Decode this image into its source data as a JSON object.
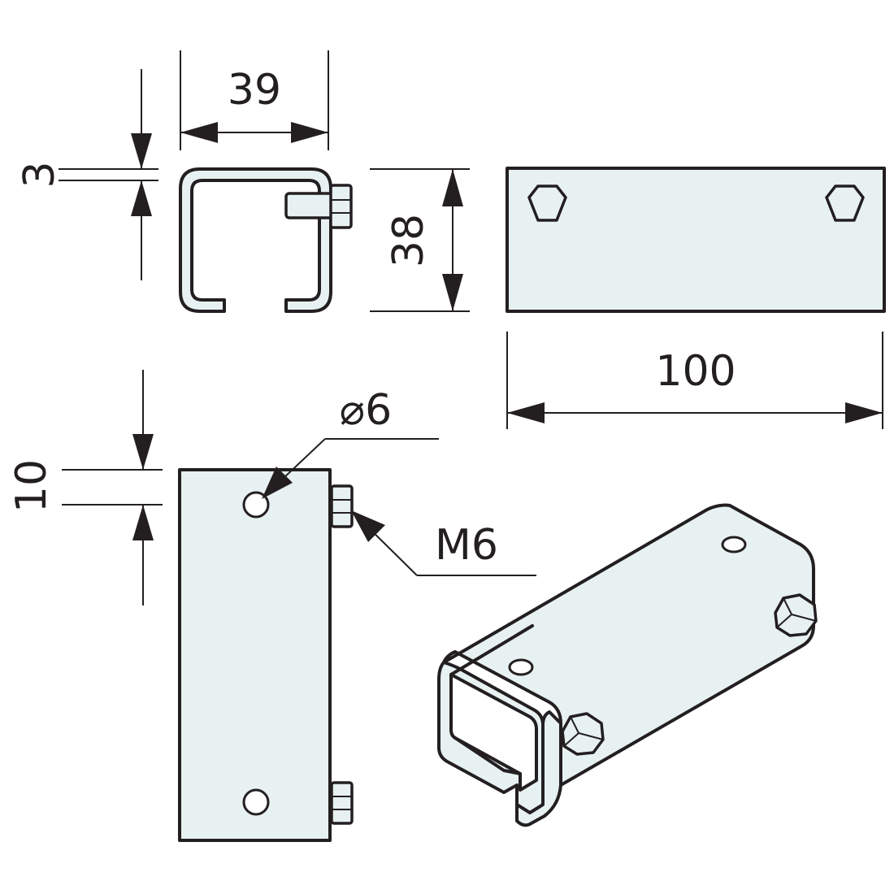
{
  "dimensions": {
    "width": "39",
    "thickness": "3",
    "height": "38",
    "length": "100",
    "hole_offset": "10",
    "hole_diameter": "⌀6",
    "bolt": "M6"
  },
  "colors": {
    "line": "#231f20",
    "fill": "#e8f1f1"
  }
}
